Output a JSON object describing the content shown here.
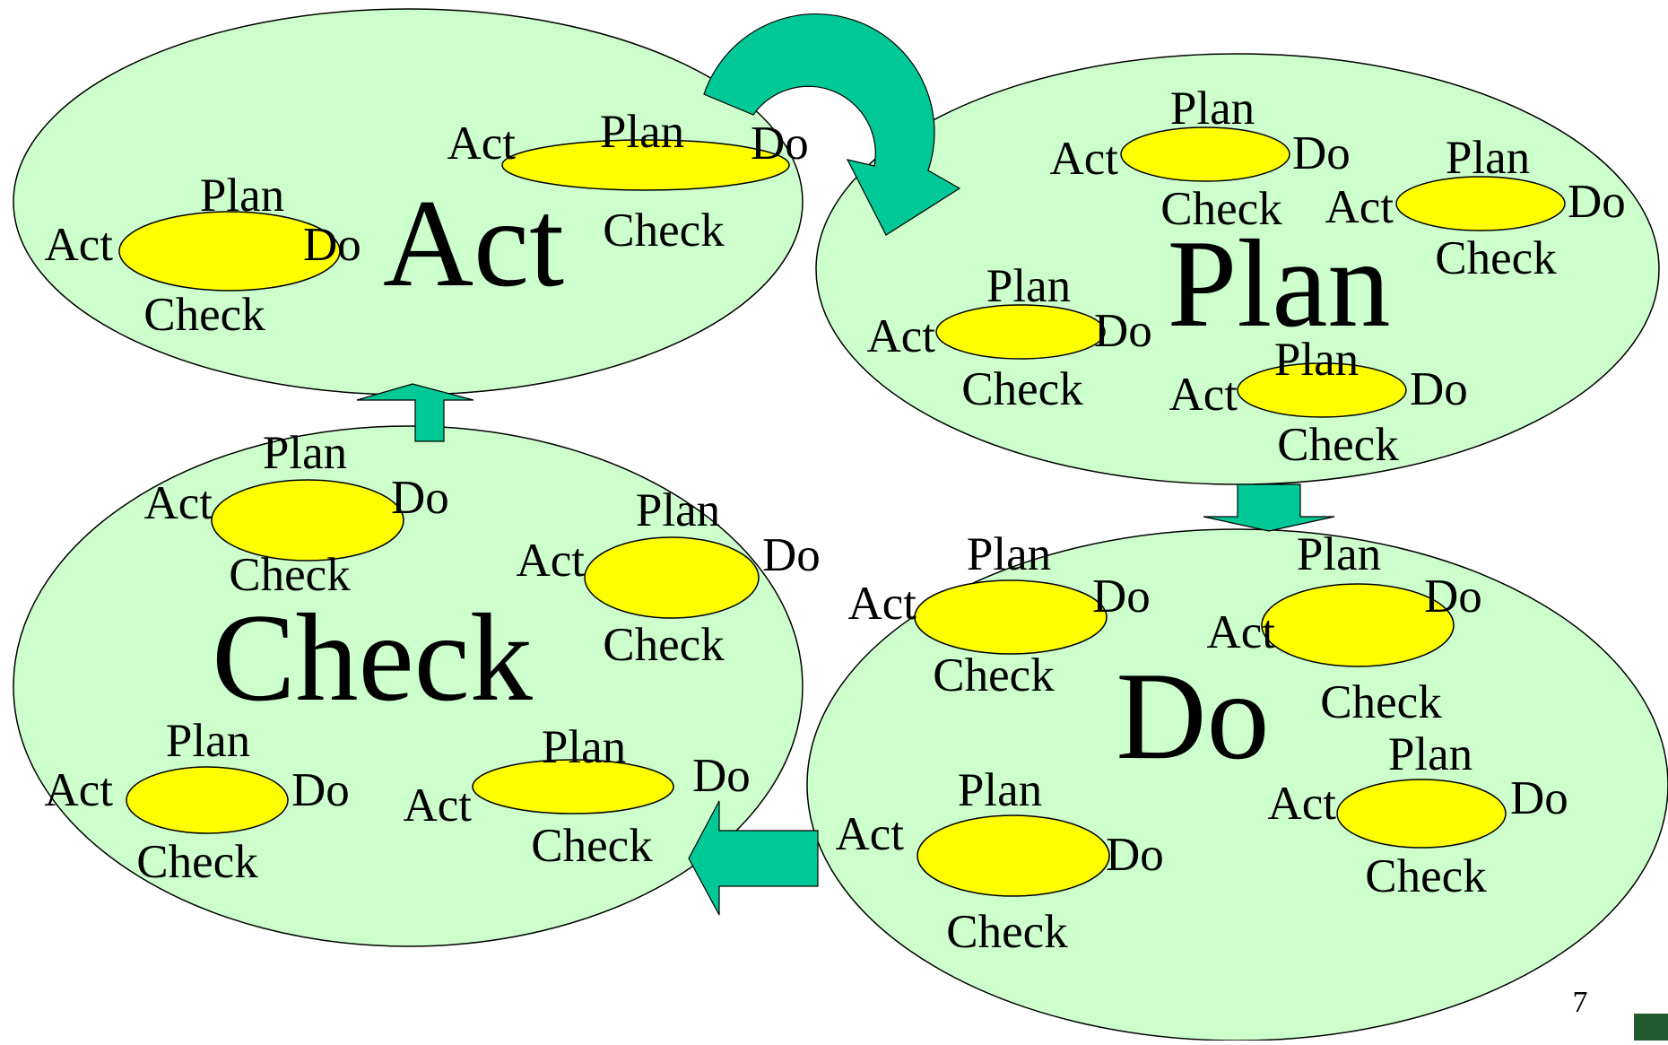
{
  "colors": {
    "outer_fill": "#ccffcc",
    "inner_fill": "#ffff00",
    "arrow_fill": "#00c896",
    "outline": "#000000"
  },
  "cycle": [
    {
      "id": "act",
      "title": "Act",
      "mini_cycles": [
        {
          "top": "Plan",
          "left": "Act",
          "right": "Do",
          "bottom": "Check"
        },
        {
          "top": "Plan",
          "left": "Act",
          "right": "Do",
          "bottom": "Check"
        }
      ]
    },
    {
      "id": "plan",
      "title": "Plan",
      "mini_cycles": [
        {
          "top": "Plan",
          "left": "Act",
          "right": "Do",
          "bottom": "Check"
        },
        {
          "top": "Plan",
          "left": "Act",
          "right": "Do",
          "bottom": "Check"
        },
        {
          "top": "Plan",
          "left": "Act",
          "right": "Do",
          "bottom": "Check"
        },
        {
          "top": "Plan",
          "left": "Act",
          "right": "Do",
          "bottom": "Check"
        }
      ]
    },
    {
      "id": "do",
      "title": "Do",
      "mini_cycles": [
        {
          "top": "Plan",
          "left": "Act",
          "right": "Do",
          "bottom": "Check"
        },
        {
          "top": "Plan",
          "left": "Act",
          "right": "Do",
          "bottom": "Check"
        },
        {
          "top": "Plan",
          "left": "Act",
          "right": "Do",
          "bottom": "Check"
        },
        {
          "top": "Plan",
          "left": "Act",
          "right": "Do",
          "bottom": "Check"
        }
      ]
    },
    {
      "id": "check",
      "title": "Check",
      "mini_cycles": [
        {
          "top": "Plan",
          "left": "Act",
          "right": "Do",
          "bottom": "Check"
        },
        {
          "top": "Plan",
          "left": "Act",
          "right": "Do",
          "bottom": "Check"
        },
        {
          "top": "Plan",
          "left": "Act",
          "right": "Do",
          "bottom": "Check"
        },
        {
          "top": "Plan",
          "left": "Act",
          "right": "Do",
          "bottom": "Check"
        }
      ]
    }
  ],
  "page_number": "7",
  "icons": {
    "corner": "corner-logo-icon"
  }
}
